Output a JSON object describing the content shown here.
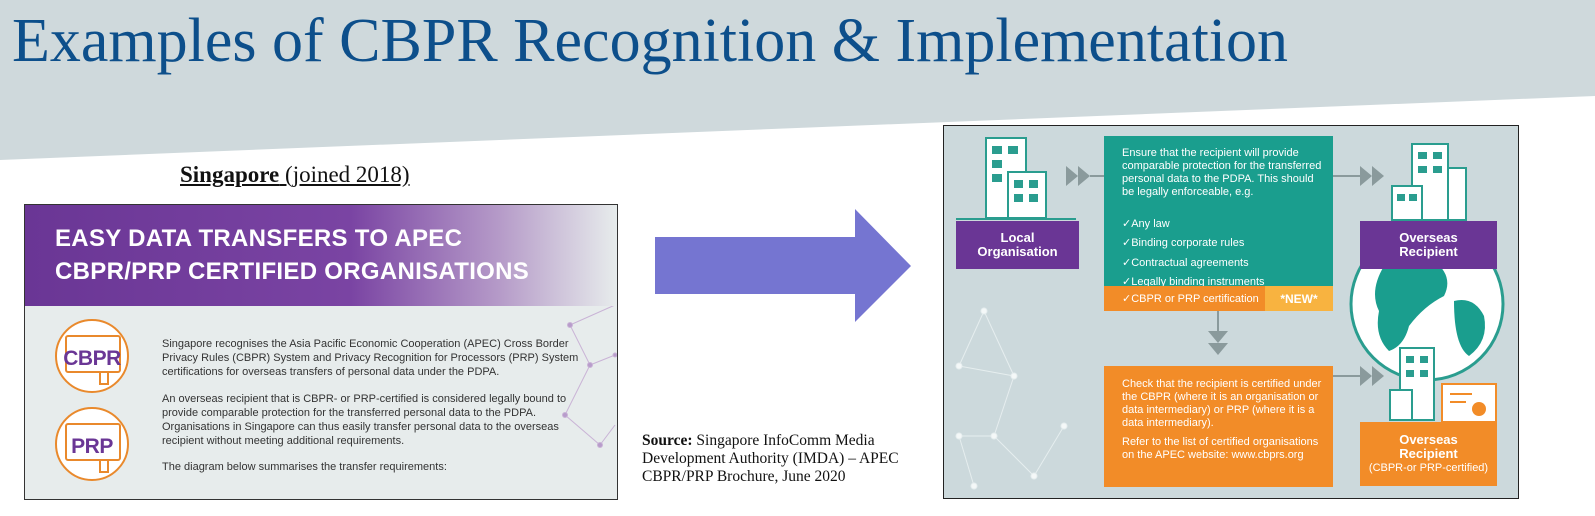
{
  "slide": {
    "title": "Examples of CBPR Recognition & Implementation"
  },
  "singapore": {
    "country": "Singapore",
    "joined": " (joined 2018)"
  },
  "brochure": {
    "heading_line1": "EASY DATA TRANSFERS TO APEC",
    "heading_line2": "CBPR/PRP CERTIFIED ORGANISATIONS",
    "badge_cbpr": "CBPR",
    "badge_prp": "PRP",
    "para1": "Singapore recognises the Asia Pacific Economic Cooperation (APEC) Cross Border Privacy Rules (CBPR) System and Privacy Recognition for Processors (PRP) System certifications for overseas transfers of personal data under the PDPA.",
    "para2": "An overseas recipient that is CBPR- or PRP-certified is considered legally bound to provide comparable protection for the transferred personal data to the PDPA. Organisations in Singapore can thus easily transfer personal data to the overseas recipient without meeting additional requirements.",
    "para3": "The diagram below summarises the transfer requirements:"
  },
  "source": {
    "label": "Source:",
    "text": " Singapore InfoComm Media Development Authority (IMDA) – APEC CBPR/PRP Brochure, June 2020"
  },
  "diagram": {
    "local_org_line1": "Local",
    "local_org_line2": "Organisation",
    "teal_intro": "Ensure that the recipient will provide comparable protection for the transferred personal data to the PDPA. This should be legally enforceable, e.g.",
    "checks": [
      "✓Any law",
      "✓Binding corporate rules",
      "✓Contractual agreements",
      "✓Legally binding instruments"
    ],
    "cert_line": "✓CBPR or PRP certification",
    "new_tag": "*NEW*",
    "check_text": "Check that the recipient is certified under the CBPR (where it is an organisation or data intermediary) or PRP (where it is a data intermediary).",
    "refer_text": "Refer to the list of certified organisations on the APEC website: www.cbprs.org",
    "overseas1_line1": "Overseas",
    "overseas1_line2": "Recipient",
    "overseas2_line1": "Overseas",
    "overseas2_line2": "Recipient",
    "overseas2_line3": "(CBPR-or PRP-certified)"
  },
  "colors": {
    "title_blue": "#0d4f8b",
    "purple": "#6a3695",
    "teal": "#1a9e8e",
    "orange": "#f28c28",
    "arrow": "#7575d1"
  }
}
